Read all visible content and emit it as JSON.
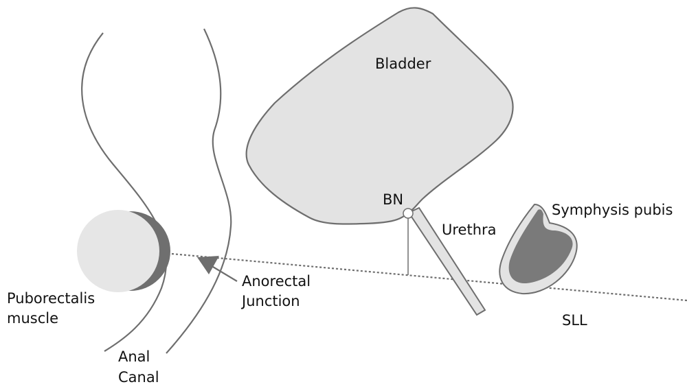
{
  "labels": {
    "bladder": "Bladder",
    "bn": "BN",
    "urethra": "Urethra",
    "symphysis": "Symphysis pubis",
    "sll": "SLL",
    "anorectal_line1": "Anorectal",
    "anorectal_line2": "Junction",
    "puborectalis_line1": "Puborectalis",
    "puborectalis_line2": "muscle",
    "anal_line1": "Anal",
    "anal_line2": "Canal"
  },
  "colors": {
    "outline": "#6e6e6e",
    "organ_fill": "#e3e3e3",
    "bone_dark": "#7a7a7a",
    "muscle_light": "#e6e6e6",
    "muscle_dark": "#6f6f6f"
  }
}
